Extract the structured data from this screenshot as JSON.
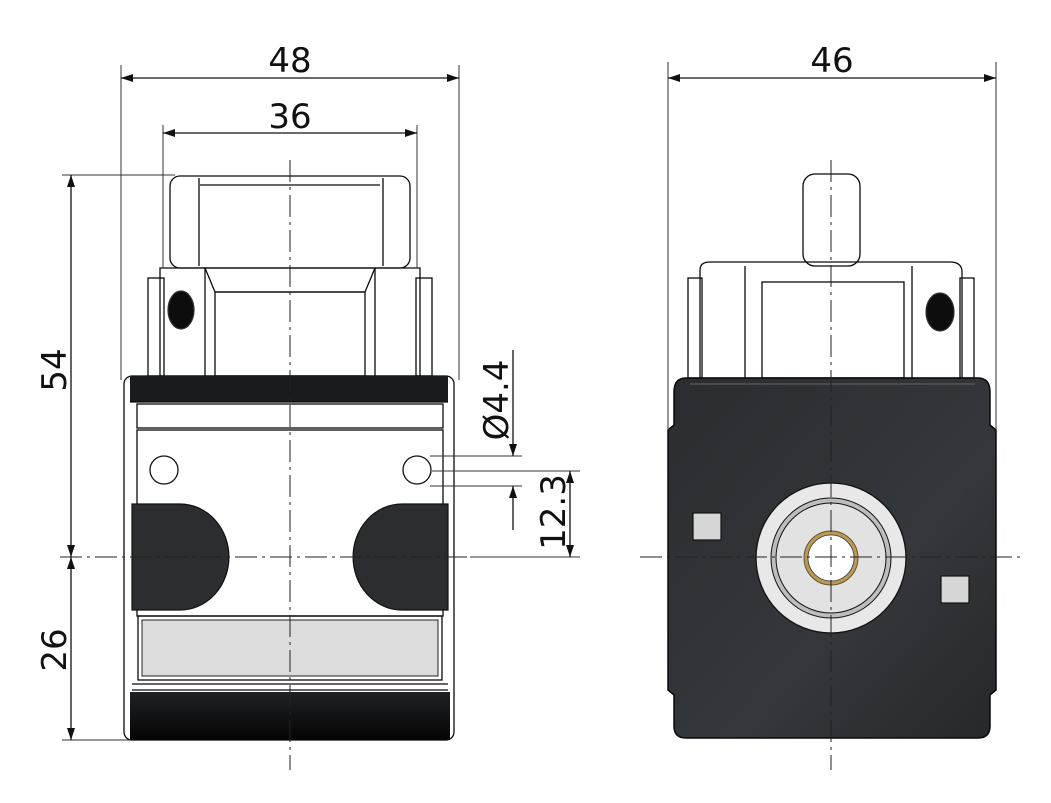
{
  "drawing": {
    "type": "technical dimension drawing",
    "subject": "solenoid coil / connector body - front and side views",
    "colors": {
      "body": "#2b2d30",
      "body_dark": "#151617",
      "label_plate": "#d9d9d9",
      "perforated_plate": "#e4e4e4",
      "bushing_ring": "#e6e6e6",
      "brass_liner": "#b79a5a",
      "line": "#111111"
    }
  },
  "front_view": {
    "name": "Front view (perforated plate with mounting holes)",
    "dimensions": {
      "overall_width": "48",
      "cap_width": "36",
      "height_above_center": "54",
      "height_below_center": "26",
      "hole_diameter": "Ø4.4",
      "hole_offset": "12.3"
    }
  },
  "side_view": {
    "name": "Side view (face with central bushing)",
    "dimensions": {
      "overall_width": "46"
    }
  }
}
